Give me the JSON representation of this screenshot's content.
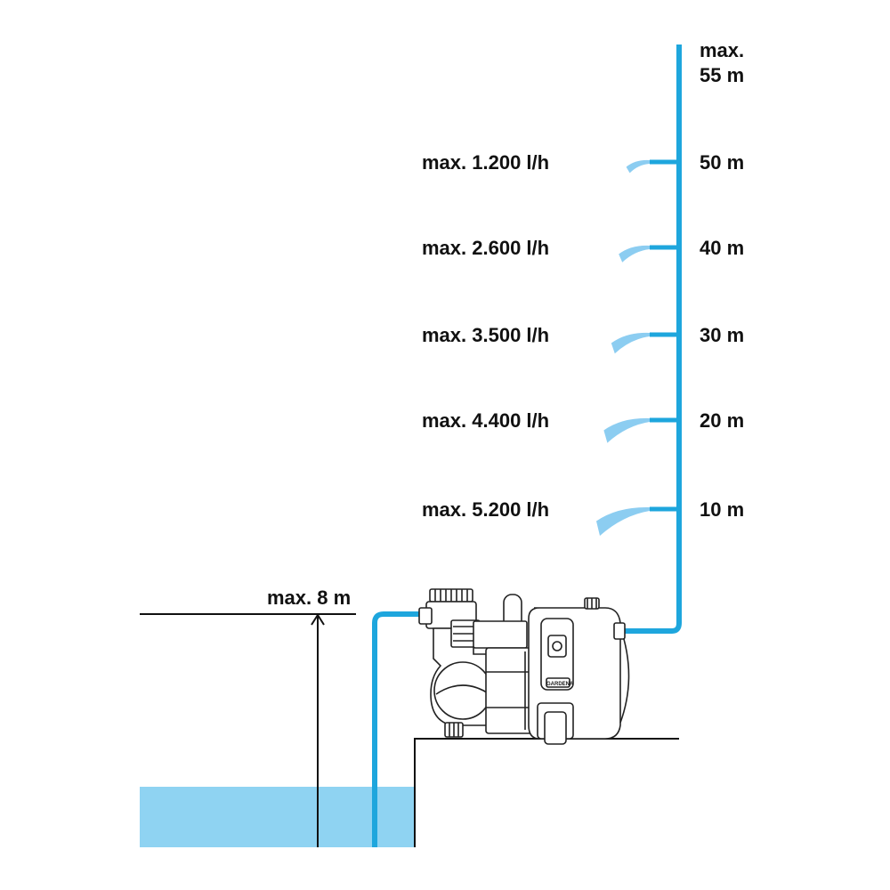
{
  "colors": {
    "water": "#8fd3f2",
    "pipe": "#1ea6dd",
    "spray": "#7fc8ef",
    "ink": "#111111",
    "pump_body": "#ffffff",
    "pump_line": "#222222"
  },
  "diagram": {
    "top_label_line1": "max.",
    "top_label_line2": "55 m",
    "suction_label": "max. 8 m",
    "brand": "GARDENA",
    "outlets": [
      {
        "flow": "max. 1.200 l/h",
        "height": "50 m"
      },
      {
        "flow": "max. 2.600 l/h",
        "height": "40 m"
      },
      {
        "flow": "max. 3.500 l/h",
        "height": "30 m"
      },
      {
        "flow": "max. 4.400 l/h",
        "height": "20 m"
      },
      {
        "flow": "max. 5.200 l/h",
        "height": "10 m"
      }
    ]
  }
}
